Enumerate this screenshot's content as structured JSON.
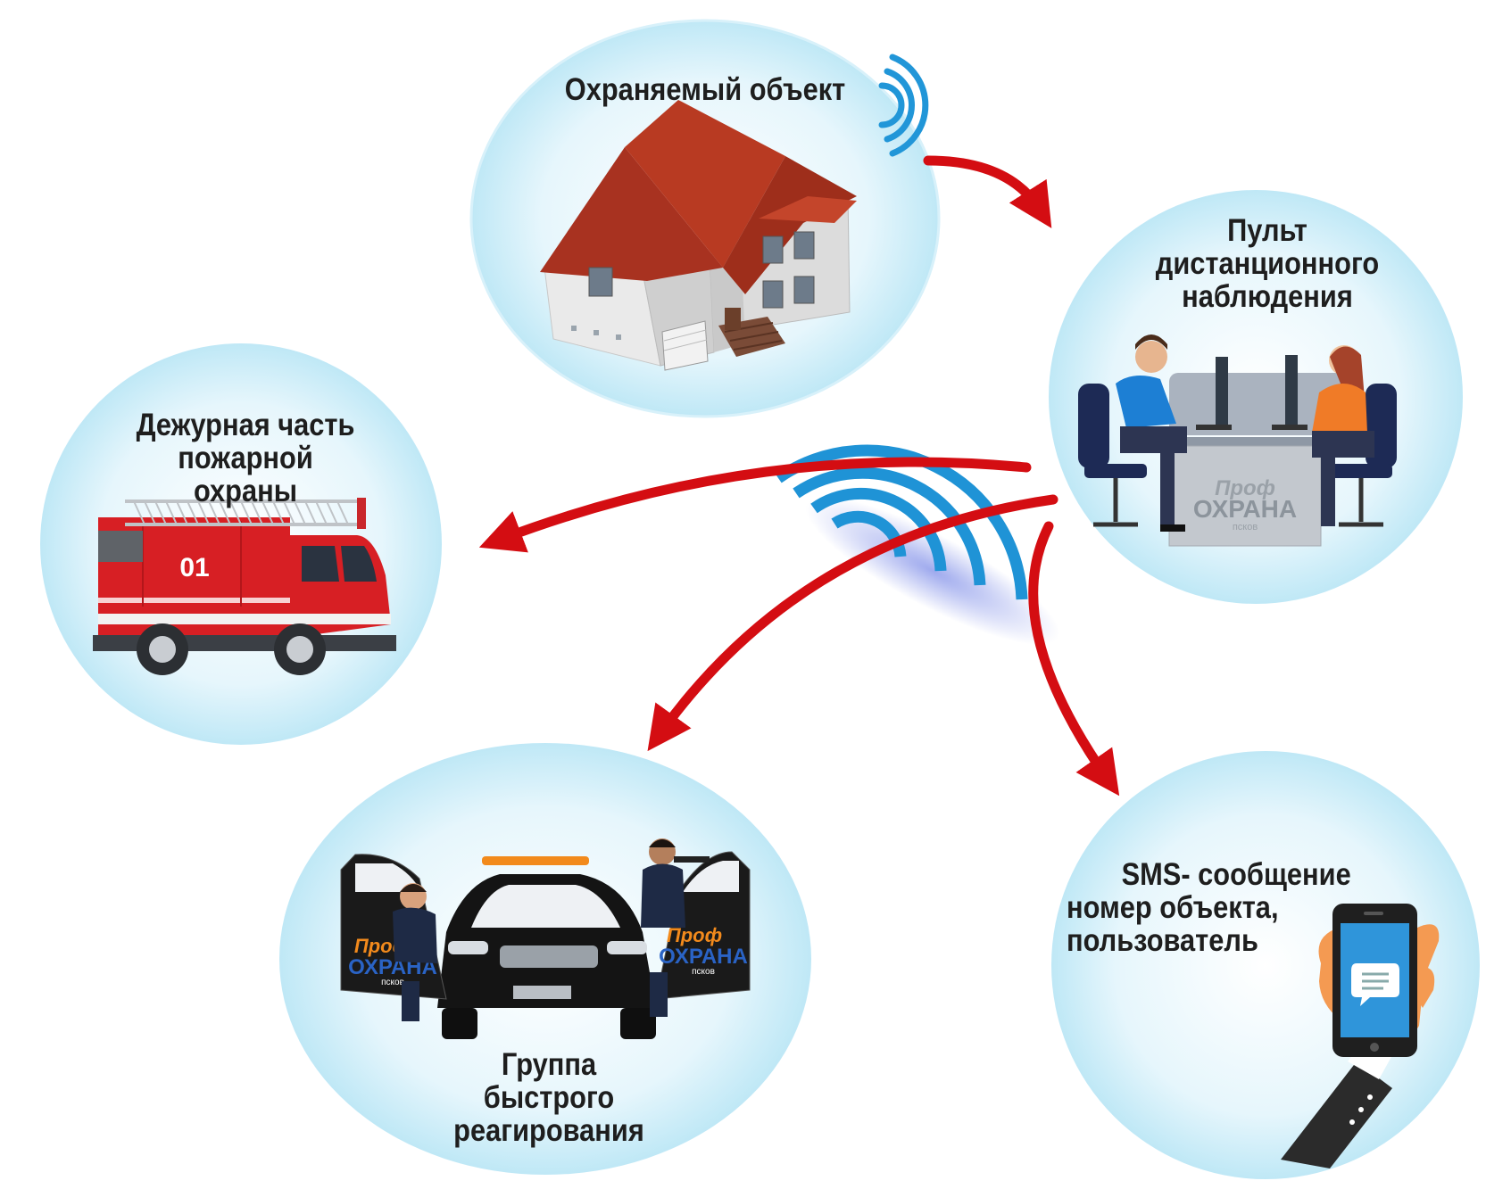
{
  "nodes": {
    "object": {
      "lines": [
        "Охраняемый объект"
      ]
    },
    "console": {
      "lines": [
        "Пульт",
        "дистанционного",
        "наблюдения"
      ]
    },
    "fire": {
      "lines": [
        "Дежурная часть",
        "пожарной",
        "охраны"
      ]
    },
    "response": {
      "lines": [
        "Группа",
        "быстрого",
        "реагирования"
      ]
    },
    "sms": {
      "lines": [
        "SMS- сообщение",
        "номер объекта,",
        "пользователь"
      ]
    }
  },
  "badges": {
    "fire_truck_number": "01",
    "brand_top": "Проф",
    "brand_main": "ОХРАНА",
    "brand_sub": "псков"
  },
  "colors": {
    "circle_fill": "#cdeef9",
    "arrow": "#d40d12",
    "signal": "#2196d8",
    "roof": "#b83a22"
  }
}
